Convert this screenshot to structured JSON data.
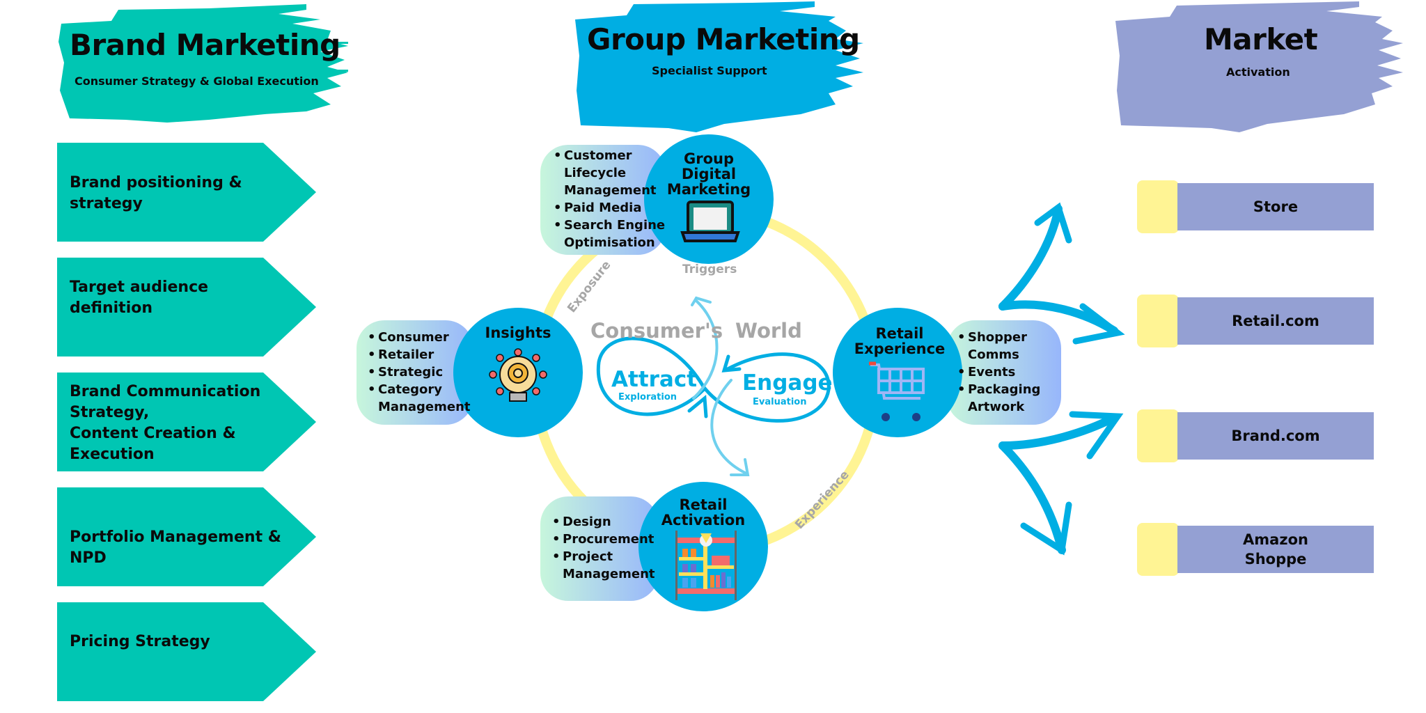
{
  "colors": {
    "brand_teal": "#00c6b3",
    "group_blue": "#00aee3",
    "market_lavender": "#94a0d3",
    "ring_yellow": "#fff494",
    "label_gray": "#a6a6a6",
    "arrow_light_blue": "#6fd0ee"
  },
  "columns": {
    "brand": {
      "title": "Brand Marketing",
      "subtitle": "Consumer Strategy & Global Execution",
      "items": [
        {
          "label": "Brand positioning &\nstrategy"
        },
        {
          "label": "Target audience\ndefinition"
        },
        {
          "label": "Brand  Communication\nStrategy,\nContent Creation &\nExecution"
        },
        {
          "label": "Portfolio Management &\nNPD"
        },
        {
          "label": "Pricing Strategy"
        }
      ]
    },
    "group": {
      "title": "Group Marketing",
      "subtitle": "Specialist Support"
    },
    "market": {
      "title": "Market",
      "subtitle": "Activation",
      "channels": [
        {
          "label": "Store"
        },
        {
          "label": "Retail.com"
        },
        {
          "label": "Brand.com"
        },
        {
          "label": "Amazon\nShoppe"
        }
      ]
    }
  },
  "cycle": {
    "center": {
      "word1": "Consumer's",
      "word2": "World",
      "attract": "Attract",
      "attract_sub": "Exploration",
      "engage": "Engage",
      "engage_sub": "Evaluation"
    },
    "ring_labels": {
      "exposure": "Exposure",
      "triggers": "Triggers",
      "experience": "Experience"
    },
    "nodes": {
      "digital": {
        "title": "Group\nDigital\nMarketing",
        "icon": "laptop-icon",
        "items": [
          "Customer\nLifecycle\nManagement",
          "Paid Media",
          "Search Engine\nOptimisation"
        ]
      },
      "insights": {
        "title": "Insights",
        "icon": "lightbulb-gear-icon",
        "items": [
          "Consumer",
          "Retailer",
          "Strategic",
          "Category\nManagement"
        ]
      },
      "retail_experience": {
        "title": "Retail\nExperience",
        "icon": "shopping-cart-icon",
        "items": [
          "Shopper\nComms",
          "Events",
          "Packaging\nArtwork"
        ]
      },
      "retail_activation": {
        "title": "Retail\nActivation",
        "icon": "store-shelf-icon",
        "items": [
          "Design",
          "Procurement",
          "Project\nManagement"
        ]
      }
    }
  }
}
